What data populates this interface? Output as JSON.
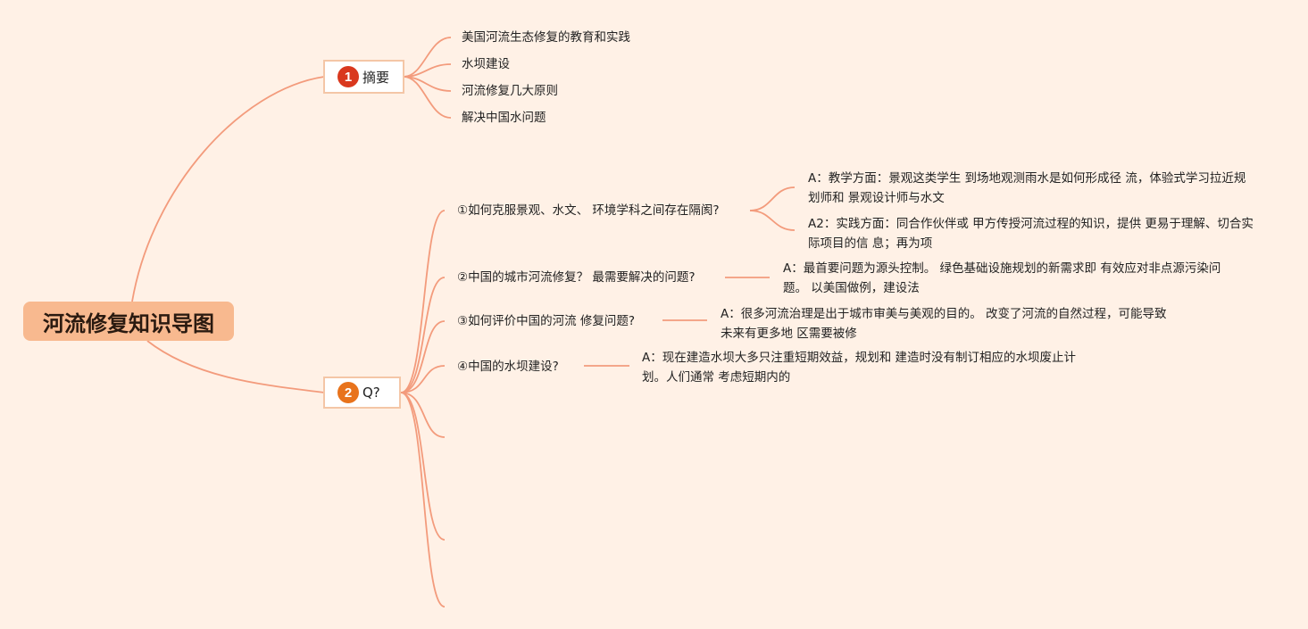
{
  "root": {
    "title": "河流修复知识导图"
  },
  "colors": {
    "background": "#fff1e6",
    "line": "#f39b7c",
    "root_fill": "#f8b98f",
    "badge1": "#d9381e",
    "badge2": "#e8731c"
  },
  "branches": [
    {
      "badge": "1",
      "label": "摘要",
      "items": [
        "美国河流生态修复的教育和实践",
        "水坝建设",
        "河流修复几大原则",
        "解决中国水问题"
      ]
    },
    {
      "badge": "2",
      "label": "Q?",
      "questions": [
        {
          "q": "①如何克服景观、水文、 环境学科之间存在隔阂?",
          "answers": [
            "A：教学方面：景观这类学生 到场地观测雨水是如何形成径 流，体验式学习拉近规划师和 景观设计师与水文",
            "A2：实践方面：同合作伙伴或 甲方传授河流过程的知识，提供 更易于理解、切合实际项目的信 息；再为项"
          ]
        },
        {
          "q": "②中国的城市河流修复？ 最需要解决的问题?",
          "answers": [
            "A：最首要问题为源头控制。 绿色基础设施规划的新需求即 有效应对非点源污染问题。 以美国做例，建设法"
          ]
        },
        {
          "q": "③如何评价中国的河流 修复问题?",
          "answers": [
            "A：很多河流治理是出于城市审美与美观的目的。 改变了河流的自然过程，可能导致未来有更多地 区需要被修"
          ]
        },
        {
          "q": "④中国的水坝建设?",
          "answers": [
            "A：现在建造水坝大多只注重短期效益，规划和 建造时没有制订相应的水坝废止计划。人们通常 考虑短期内的"
          ]
        }
      ]
    }
  ]
}
